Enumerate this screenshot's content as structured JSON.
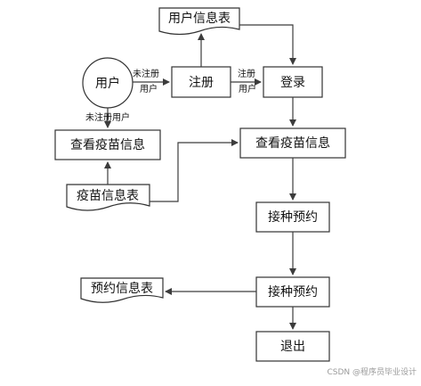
{
  "diagram": {
    "user_label": "用户",
    "register_label": "注册",
    "login_label": "登录",
    "user_info_table_label": "用户信息表",
    "view_vaccine_left_label": "查看疫苗信息",
    "view_vaccine_right_label": "查看疫苗信息",
    "vaccine_info_table_label": "疫苗信息表",
    "booking_1_label": "接种预约",
    "booking_2_label": "接种预约",
    "booking_info_table_label": "预约信息表",
    "exit_label": "退出",
    "edge_unregistered_line1": "未注册",
    "edge_unregistered_line2": "用户",
    "edge_registered_line1": "注册",
    "edge_registered_line2": "用户",
    "edge_unregistered_user": "未注册用户"
  },
  "watermark": "CSDN @程序员毕业设计"
}
